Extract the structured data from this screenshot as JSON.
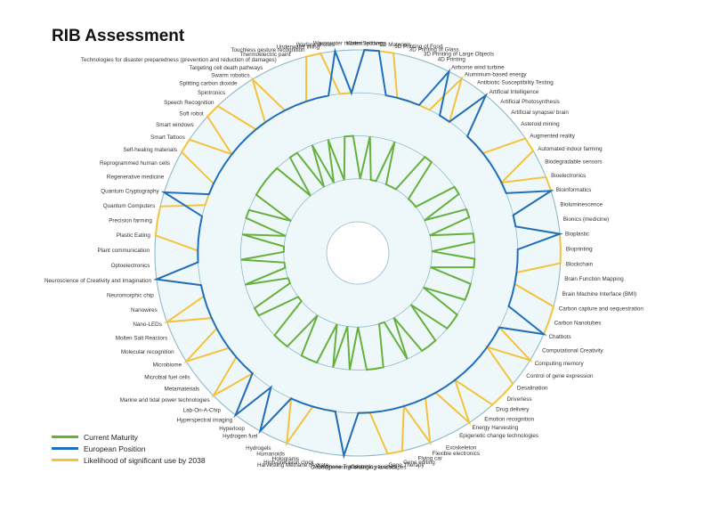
{
  "title": "RIB Assessment",
  "colors": {
    "current": "#66b03c",
    "european": "#1f6fbf",
    "likelihood": "#f5c23c",
    "background": "#eef8fb",
    "grid": "#8fb8c8"
  },
  "chart_data": {
    "type": "radar",
    "title": "RIB Assessment",
    "rlim": [
      0,
      4
    ],
    "grid": true,
    "legend_position": "bottom-left",
    "categories": [
      "2D Materials",
      "3D Printing of Food",
      "3D Printing of Glass",
      "3D Printing of Large Objects",
      "4D Printing",
      "Airborne wind turbine",
      "Aluminium-based energy",
      "Antibiotic Susceptibility Testing",
      "Artificial Intelligence",
      "Artificial Photosynthesis",
      "Artificial synapse/ brain",
      "Asteroid mining",
      "Augmented reality",
      "Automated indoor farming",
      "Biodegradable sensors",
      "Bioelectronics",
      "Bioinformatics",
      "Bioluminescence",
      "Bionics (medicine)",
      "Bioplastic",
      "Bioprinting",
      "Blockchain",
      "Brain Function Mapping",
      "Brain Machine Interface (BMI)",
      "Carbon capture and sequestration",
      "Carbon Nanotubes",
      "Chatbots",
      "Computational Creativity",
      "Computing memory",
      "Control of gene expression",
      "Desalination",
      "Driverless",
      "Drug delivery",
      "Emotion recognition",
      "Energy Harvesting",
      "Epigenetic change technologies",
      "Exoskeleton",
      "Flexible electronics",
      "Flying car",
      "Gene editing",
      "Gene Therapy",
      "Genomic vaccines",
      "Geoengineering: changing landscapes",
      "Graphene Transistors",
      "Harvesting Methane Hydrate",
      "High-precision clock",
      "Holograms",
      "Humanoids",
      "Hydrogels",
      "Hydrogen fuel",
      "Hyperloop",
      "Hyperspectral imaging",
      "Lab-On-A-Chip",
      "Marine and tidal power technologies",
      "Metamaterials",
      "Microbial fuel cells",
      "Microbiome",
      "Molecular recognition",
      "Molten Salt Reactors",
      "Nano-LEDs",
      "Nanowires",
      "Neuromorphic chip",
      "Neuroscience of Creativity and Imagination",
      "Optoelectronics",
      "Plant communication",
      "Plastic Eating",
      "Precision farming",
      "Quantum Computers",
      "Quantum Cryptography",
      "Regenerative medicine",
      "Reprogrammed human cells",
      "Self-healing materials",
      "Smart Tattoos",
      "Smart windows",
      "Soft robot",
      "Speech Recognition",
      "Spintronics",
      "Splitting carbon dioxide",
      "Swarm robotics",
      "Targeting cell death pathways",
      "Technologies for disaster preparedness (prevention and reduction of damages)",
      "Thermoelectric paint",
      "Touchless gesture recognition",
      "Underwater living",
      "Warfare drones",
      "Wastewater nutrient recovery",
      "Water Splitting"
    ],
    "series": [
      {
        "name": "Current Maturity",
        "values": [
          2,
          1,
          1,
          2,
          1,
          1,
          1,
          2,
          2,
          1,
          1,
          1,
          2,
          2,
          1,
          2,
          2,
          1,
          2,
          2,
          1,
          2,
          2,
          1,
          2,
          2,
          2,
          1,
          2,
          2,
          2,
          1,
          2,
          2,
          2,
          1,
          2,
          1,
          1,
          2,
          2,
          2,
          1,
          2,
          1,
          2,
          1,
          2,
          2,
          2,
          1,
          2,
          2,
          2,
          1,
          1,
          2,
          2,
          1,
          1,
          2,
          1,
          1,
          2,
          1,
          1,
          2,
          1,
          2,
          2,
          1,
          2,
          2,
          2,
          2,
          2,
          1,
          2,
          2,
          1,
          2,
          1,
          2,
          1,
          2,
          2,
          1
        ]
      },
      {
        "name": "European Position",
        "values": [
          4,
          3,
          3,
          3,
          3,
          4,
          3,
          3,
          4,
          3,
          3,
          3,
          3,
          3,
          3,
          3,
          4,
          3,
          3,
          4,
          3,
          3,
          3,
          3,
          3,
          3,
          4,
          3,
          3,
          3,
          3,
          3,
          3,
          3,
          3,
          3,
          3,
          3,
          3,
          3,
          3,
          3,
          3,
          4,
          3,
          3,
          3,
          3,
          3,
          4,
          3,
          4,
          3,
          3,
          3,
          3,
          3,
          3,
          3,
          3,
          3,
          3,
          4,
          3,
          3,
          3,
          3,
          3,
          4,
          3,
          3,
          3,
          3,
          3,
          3,
          3,
          3,
          3,
          3,
          3,
          3,
          3,
          3,
          3,
          4,
          3,
          4
        ]
      },
      {
        "name": "Likelihood of significant use by 2038",
        "values": [
          4,
          4,
          3,
          3,
          3,
          3,
          4,
          3,
          4,
          3,
          3,
          3,
          4,
          4,
          3,
          4,
          4,
          3,
          3,
          4,
          4,
          4,
          3,
          3,
          4,
          4,
          4,
          3,
          4,
          3,
          4,
          4,
          4,
          3,
          4,
          3,
          3,
          4,
          3,
          4,
          4,
          3,
          3,
          4,
          3,
          3,
          3,
          4,
          3,
          4,
          3,
          4,
          3,
          4,
          3,
          3,
          4,
          3,
          3,
          4,
          3,
          3,
          4,
          3,
          3,
          4,
          4,
          4,
          3,
          3,
          3,
          4,
          4,
          3,
          4,
          4,
          3,
          3,
          4,
          3,
          3,
          3,
          4,
          4,
          3,
          3,
          4
        ]
      }
    ]
  }
}
